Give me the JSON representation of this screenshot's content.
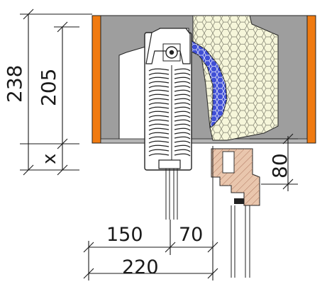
{
  "dimensions": {
    "total_height": "238",
    "box_height": "205",
    "offset": "x",
    "frame_depth": "80",
    "box_width": "150",
    "extra_width": "70",
    "total_width": "220"
  },
  "colors": {
    "wall_grey": "#9e9e9e",
    "orange_band": "#f07a10",
    "insulation_fill": "#f6f6da",
    "blue_foam": "#3f4fd6",
    "wood": "#e9c6ad",
    "profile_fill": "#ffffff",
    "line": "#1a1a1a"
  },
  "icons": {
    "hatch": "honeycomb-pattern",
    "wood_grain": "diagonal-hatch-pattern"
  }
}
